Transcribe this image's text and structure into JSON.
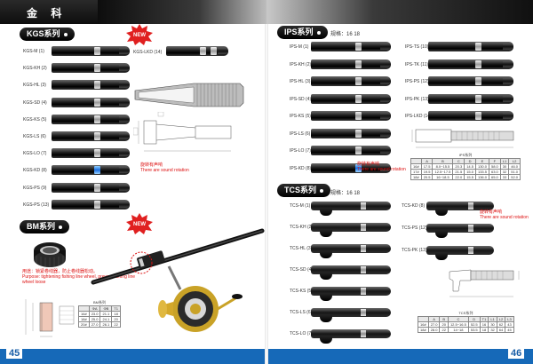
{
  "header": {
    "title": "金  科"
  },
  "pages": {
    "left": "45",
    "right": "46"
  },
  "kgs": {
    "tag": "KGS系列",
    "badge": "NEW",
    "items": [
      "KGS-M (1)",
      "KGS-KH (2)",
      "KGS-HL (3)",
      "KGS-SD (4)",
      "KGS-KS (5)",
      "KGS-LS (6)",
      "KGS-LO (7)",
      "KGS-KD (8)",
      "KGS-PS (9)",
      "KGS-PS (13)"
    ],
    "extra_item": "KGS-LKD (14)",
    "rotation_cn": "旋转有声响",
    "rotation_en": "There are sound rotation"
  },
  "bm": {
    "tag": "BM系列",
    "badge": "NEW",
    "caption_cn": "用途：锁紧卷线器，防止卷线器松动。",
    "caption_en": "Purpose: tightening fishing line wheel, prevent fishing line wheel loose",
    "table": {
      "title": "BM系列",
      "headers": [
        "",
        "ΦA",
        "ΦB",
        "T1"
      ],
      "rows": [
        [
          "16#",
          "23.0",
          "21.1",
          "18"
        ],
        [
          "18#",
          "25.0",
          "24.1",
          "20"
        ],
        [
          "20#",
          "27.0",
          "26.1",
          "22"
        ]
      ]
    }
  },
  "ips": {
    "tag": "IPS系列",
    "spec": "规格：16  18",
    "items_left": [
      "IPS-M (1)",
      "IPS-KH (2)",
      "IPS-HL (3)",
      "IPS-SD (4)",
      "IPS-KS (5)",
      "IPS-LS (6)",
      "IPS-LO (7)",
      "IPS-KD (8)"
    ],
    "items_right": [
      "IPS-TS (10)",
      "IPS-TK (11)",
      "IPS-PS (12)",
      "IPS-PK (13)",
      "IPS-LKD (14)"
    ],
    "rotation_cn": "旋转有声响",
    "rotation_en": "There are sound rotation",
    "table": {
      "title": "IPS系列",
      "headers": [
        "",
        "A",
        "B",
        "C",
        "D",
        "E",
        "F",
        "L1",
        "L2"
      ],
      "rows": [
        [
          "16#",
          "17.5",
          "8.0~15.5",
          "20.3",
          "14.5",
          "130.0",
          "58.0",
          "30",
          "46.0"
        ],
        [
          "17#",
          "19.5",
          "12.5~17.5",
          "21.5",
          "15.0",
          "133.5",
          "63.0",
          "32",
          "51.0"
        ],
        [
          "18#",
          "20.5",
          "16~18.5",
          "22.0",
          "15.5",
          "136.0",
          "65.0",
          "33",
          "52.0"
        ]
      ]
    }
  },
  "tcs": {
    "tag": "TCS系列",
    "spec": "规格：16  18",
    "items_left": [
      "TCS-M (1)",
      "TCS-KH (2)",
      "TCS-HL (3)",
      "TCS-SD (4)",
      "TCS-KS (5)",
      "TCS-LS (6)",
      "TCS-LO (7)"
    ],
    "items_right": [
      "TCS-KD (8)",
      "TCS-PS (12)",
      "TCS-PK (13)"
    ],
    "rotation_cn": "旋转有声响",
    "rotation_en": "There are sound rotation",
    "table": {
      "title": "TCS系列",
      "headers": [
        "",
        "A",
        "B",
        "C",
        "D",
        "T1",
        "L1",
        "L2",
        "L3"
      ],
      "rows": [
        [
          "16#",
          "27.0",
          "20",
          "12.5~16.5",
          "52.5",
          "16",
          "30",
          "62",
          "43"
        ],
        [
          "18#",
          "28.0",
          "22",
          "14~18",
          "53.5",
          "18",
          "32",
          "64",
          "45"
        ]
      ]
    }
  },
  "colors": {
    "accent_blue": "#1669b8",
    "red_note": "#dd1111",
    "badge_red": "#e02020"
  }
}
